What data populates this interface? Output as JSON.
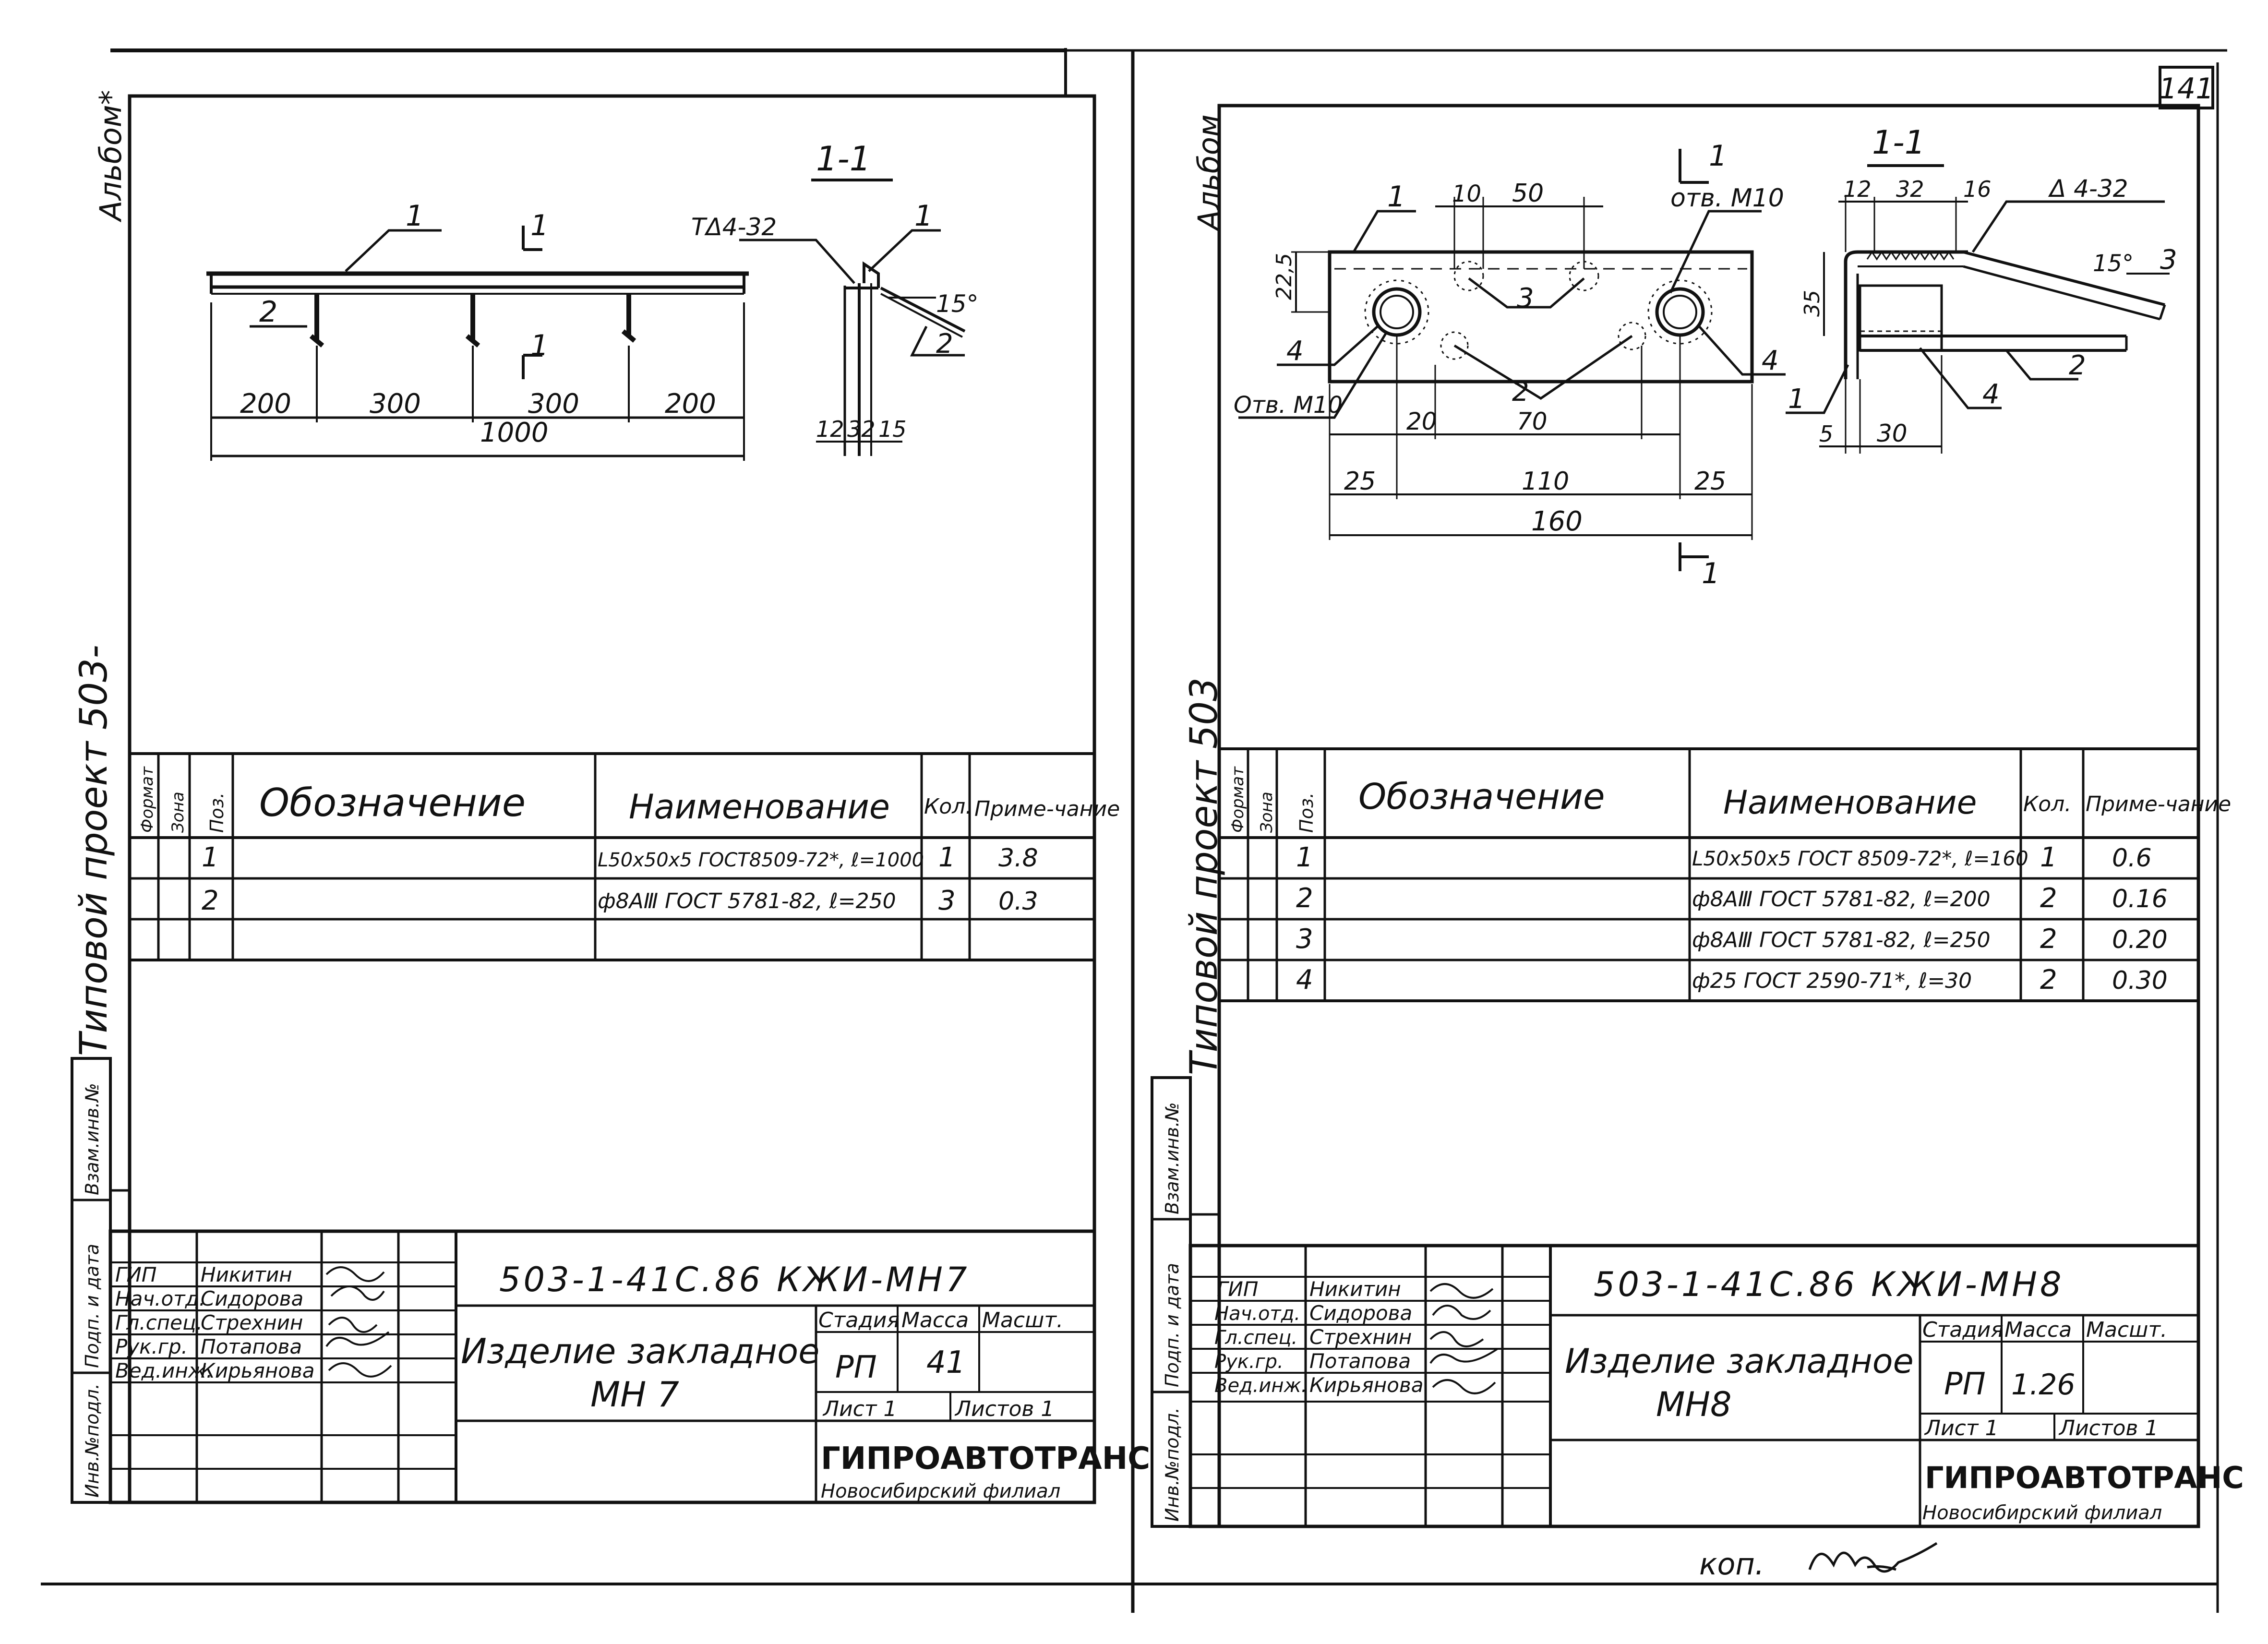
{
  "page_number": "141",
  "copy_note": "коп.",
  "sheets": [
    {
      "side_caption": "Типовой проект 503-",
      "album_label": "Альбом*",
      "section_label": "1-1",
      "dims": {
        "total": "1000",
        "d1": "200",
        "d2": "300",
        "d3": "300",
        "d4": "200",
        "sec_a": "12",
        "sec_b": "32",
        "sec_c": "15",
        "angle": "15°",
        "weld": "ТΔ4-32",
        "cut": "1",
        "pos1": "1",
        "pos2": "2"
      },
      "spec_header": {
        "format": "Формат",
        "zone": "Зона",
        "pos": "Поз.",
        "designation": "Обозначение",
        "name": "Наименование",
        "qty": "Кол.",
        "note": "Приме-чание"
      },
      "spec_rows": [
        {
          "pos": "1",
          "name": "L50x50x5 ГОСТ8509-72*, ℓ=1000",
          "qty": "1",
          "note": "3.8"
        },
        {
          "pos": "2",
          "name": "ф8АⅢ ГОСТ 5781-82, ℓ=250",
          "qty": "3",
          "note": "0.3"
        }
      ],
      "left_strip": [
        "Инв.№подл.",
        "Подп. и дата",
        "Взам.инв.№"
      ],
      "stamp": {
        "roles": [
          "ГИП",
          "Нач.отд.",
          "Гл.спец.",
          "Рук.гр.",
          "Вед.инж."
        ],
        "names": [
          "Никитин",
          "Сидорова",
          "Стрехнин",
          "Потапова",
          "Кирьянова"
        ],
        "code": "503-1-41С.86   КЖИ-МН7",
        "title_line1": "Изделие закладное",
        "title_line2": "МН 7",
        "stage_label": "Стадия",
        "mass_label": "Масса",
        "scale_label": "Масшт.",
        "stage": "РП",
        "mass": "41",
        "sheet_label": "Лист 1",
        "sheets_label": "Листов 1",
        "org": "ГИПРОАВТОТРАНС",
        "branch": "Новосибирский филиал"
      }
    },
    {
      "side_caption": "Типовой проект 503",
      "album_label": "Альбом",
      "section_label": "1-1",
      "dims": {
        "total": "160",
        "d25a": "25",
        "d110": "110",
        "d25b": "25",
        "d20": "20",
        "d70": "70",
        "d10": "10",
        "d50": "50",
        "h225": "22,5",
        "h35": "35",
        "s12": "12",
        "s32": "32",
        "s16": "16",
        "s5": "5",
        "s30": "30",
        "angle": "15°",
        "weld": "Δ 4-32",
        "hole_top": "отв. М10",
        "hole_left": "Отв. М10",
        "cut": "1",
        "pos1": "1",
        "pos2": "2",
        "pos3": "3",
        "pos4": "4"
      },
      "spec_header": {
        "format": "Формат",
        "zone": "Зона",
        "pos": "Поз.",
        "designation": "Обозначение",
        "name": "Наименование",
        "qty": "Кол.",
        "note": "Приме-чание"
      },
      "spec_rows": [
        {
          "pos": "1",
          "name": "L50x50x5 ГОСТ 8509-72*, ℓ=160",
          "qty": "1",
          "note": "0.6"
        },
        {
          "pos": "2",
          "name": "ф8АⅢ ГОСТ 5781-82, ℓ=200",
          "qty": "2",
          "note": "0.16"
        },
        {
          "pos": "3",
          "name": "ф8АⅢ ГОСТ 5781-82, ℓ=250",
          "qty": "2",
          "note": "0.20"
        },
        {
          "pos": "4",
          "name": "ф25 ГОСТ 2590-71*, ℓ=30",
          "qty": "2",
          "note": "0.30"
        }
      ],
      "left_strip": [
        "Инв.№подл.",
        "Подп. и дата",
        "Взам.инв.№"
      ],
      "stamp": {
        "roles": [
          "ГИП",
          "Нач.отд.",
          "Гл.спец.",
          "Рук.гр.",
          "Вед.инж."
        ],
        "names": [
          "Никитин",
          "Сидорова",
          "Стрехнин",
          "Потапова",
          "Кирьянова"
        ],
        "code": "503-1-41С.86   КЖИ-МН8",
        "title_line1": "Изделие закладное",
        "title_line2": "МН8",
        "stage_label": "Стадия",
        "mass_label": "Масса",
        "scale_label": "Масшт.",
        "stage": "РП",
        "mass": "1.26",
        "sheet_label": "Лист 1",
        "sheets_label": "Листов 1",
        "org": "ГИПРОАВТОТРАНС",
        "branch": "Новосибирский филиал"
      }
    }
  ]
}
